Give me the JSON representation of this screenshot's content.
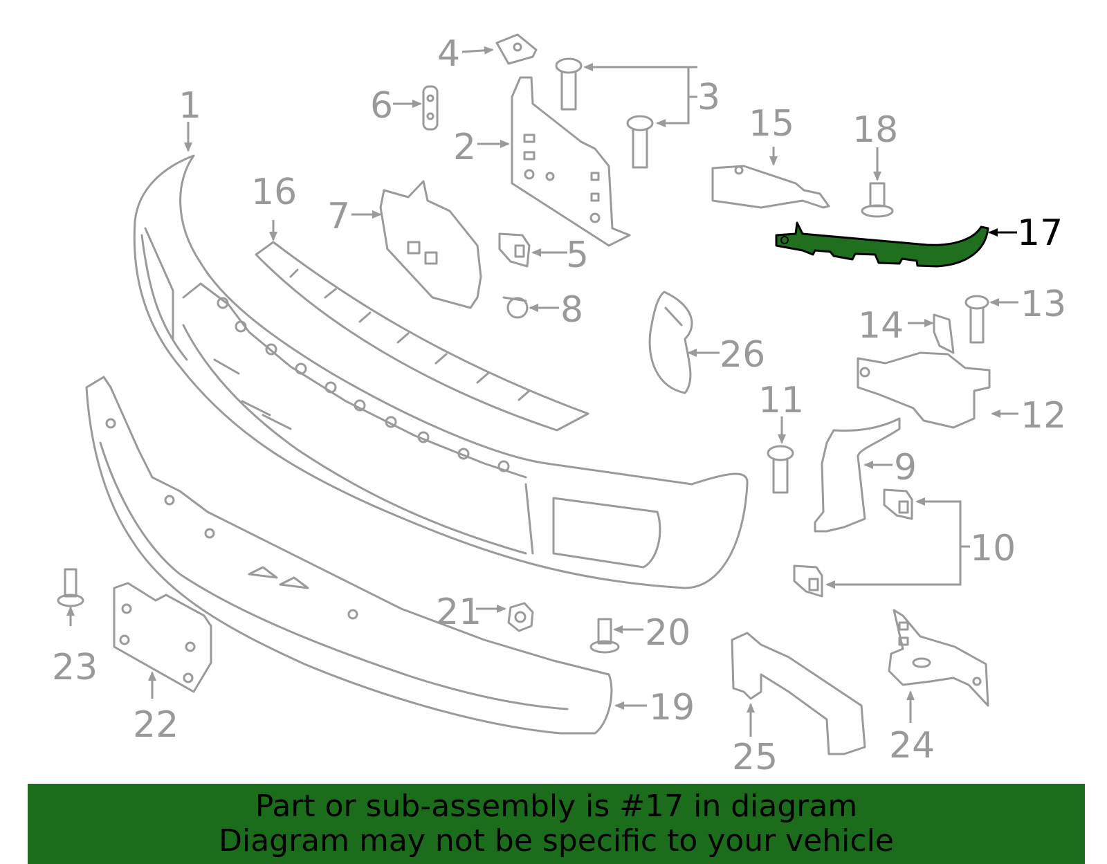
{
  "diagram": {
    "callouts": {
      "c1": "1",
      "c2": "2",
      "c3": "3",
      "c4": "4",
      "c5": "5",
      "c6": "6",
      "c7": "7",
      "c8": "8",
      "c9": "9",
      "c10": "10",
      "c11": "11",
      "c12": "12",
      "c13": "13",
      "c14": "14",
      "c15": "15",
      "c16": "16",
      "c17": "17",
      "c18": "18",
      "c19": "19",
      "c20": "20",
      "c21": "21",
      "c22": "22",
      "c23": "23",
      "c24": "24",
      "c25": "25",
      "c26": "26"
    },
    "highlighted_part": "17",
    "highlight_color": "#1f6f1f",
    "line_color": "#9a9a9a"
  },
  "banner": {
    "line1": "Part or sub-assembly is #17 in diagram",
    "line2": "Diagram may not be specific to your vehicle",
    "background": "#1b6c1b"
  }
}
